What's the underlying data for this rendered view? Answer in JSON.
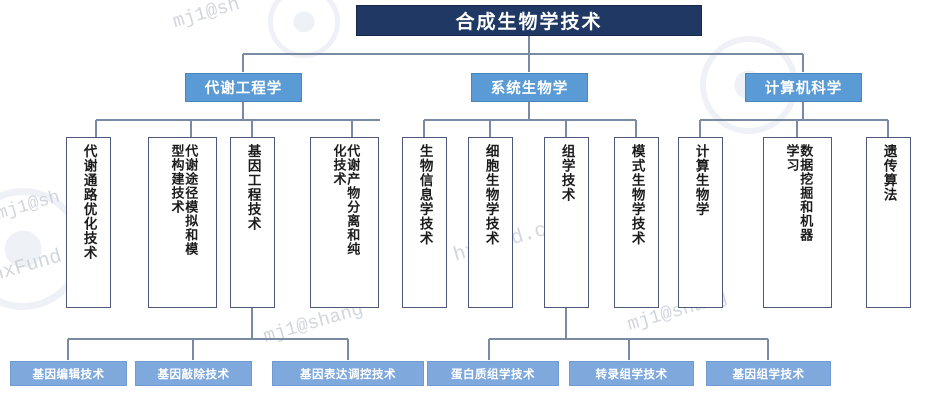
{
  "diagram": {
    "title": "合成生物学技术",
    "type": "hierarchy-tree",
    "colors": {
      "root_bg": "#1F3864",
      "level2_bg": "#5B9BD5",
      "level3_border": "#4A5A78",
      "level3_bg": "#FFFFFF",
      "level4_bg": "#7FA9DC",
      "connector": "#7B8AA3",
      "page_bg": "#FFFFFF"
    }
  },
  "root": {
    "label": "合成生物学技术"
  },
  "branches": [
    {
      "id": "metabolic-engineering",
      "label": "代谢工程学",
      "children": [
        {
          "id": "metabolic-pathway-optimization",
          "columns": [
            "代谢通路优化技术"
          ]
        },
        {
          "id": "metabolic-pathway-simulation",
          "columns": [
            "代谢途径模拟和模",
            "型构建技术"
          ]
        },
        {
          "id": "genetic-engineering",
          "columns": [
            "基因工程技术"
          ]
        },
        {
          "id": "metabolite-separation",
          "columns": [
            "代谢产物分离和纯",
            "化技术"
          ]
        }
      ]
    },
    {
      "id": "systems-biology",
      "label": "系统生物学",
      "children": [
        {
          "id": "bioinformatics",
          "columns": [
            "生物信息学技术"
          ]
        },
        {
          "id": "cell-biology",
          "columns": [
            "细胞生物学技术"
          ]
        },
        {
          "id": "omics",
          "columns": [
            "组学技术"
          ]
        },
        {
          "id": "model-organism-biology",
          "columns": [
            "模式生物学技术"
          ]
        }
      ]
    },
    {
      "id": "computer-science",
      "label": "计算机科学",
      "children": [
        {
          "id": "computational-biology",
          "columns": [
            "计算生物学"
          ]
        },
        {
          "id": "data-mining-machine-learning",
          "columns": [
            "数据挖掘和机器",
            "学习"
          ]
        },
        {
          "id": "genetic-algorithm",
          "columns": [
            "遗传算法"
          ]
        }
      ]
    }
  ],
  "leaves": {
    "genetic_engineering_children": [
      {
        "id": "gene-editing",
        "label": "基因编辑技术"
      },
      {
        "id": "gene-knockout",
        "label": "基因敲除技术"
      },
      {
        "id": "gene-expression-regulation",
        "label": "基因表达调控技术"
      }
    ],
    "omics_children": [
      {
        "id": "proteomics",
        "label": "蛋白质组学技术"
      },
      {
        "id": "transcriptomics",
        "label": "转录组学技术"
      },
      {
        "id": "genomics",
        "label": "基因组学技术"
      }
    ]
  },
  "watermarks": {
    "text_left": "mj1@sh",
    "text_center": "mj1@shang",
    "text_top": "mj1@sh",
    "text_right": "hxFund.cn"
  }
}
